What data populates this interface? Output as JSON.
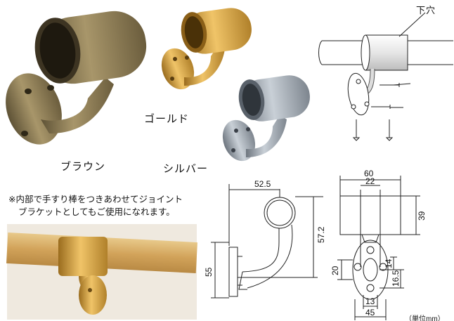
{
  "products": {
    "brown_label": "ブラウン",
    "gold_label": "ゴールド",
    "silver_label": "シルバー"
  },
  "note": {
    "line1": "※内部で手すり棒をつきあわせてジョイント",
    "line2": "ブラケットとしてもご使用になれます。"
  },
  "install": {
    "hole_label": "下穴"
  },
  "dimensions": {
    "side_width": "52.5",
    "side_height": "57.2",
    "side_base": "55",
    "front_width": "60",
    "front_inner": "22",
    "front_cup_h": "39",
    "front_20": "20",
    "front_14": "14",
    "front_165": "16.5",
    "front_13": "13",
    "front_45": "45",
    "unit": "（単位mm）"
  },
  "colors": {
    "brown": "#8c7a52",
    "gold": "#c99a3c",
    "silver": "#9aa3ad",
    "wood": "#d9b06a",
    "wall": "#efe9df"
  }
}
